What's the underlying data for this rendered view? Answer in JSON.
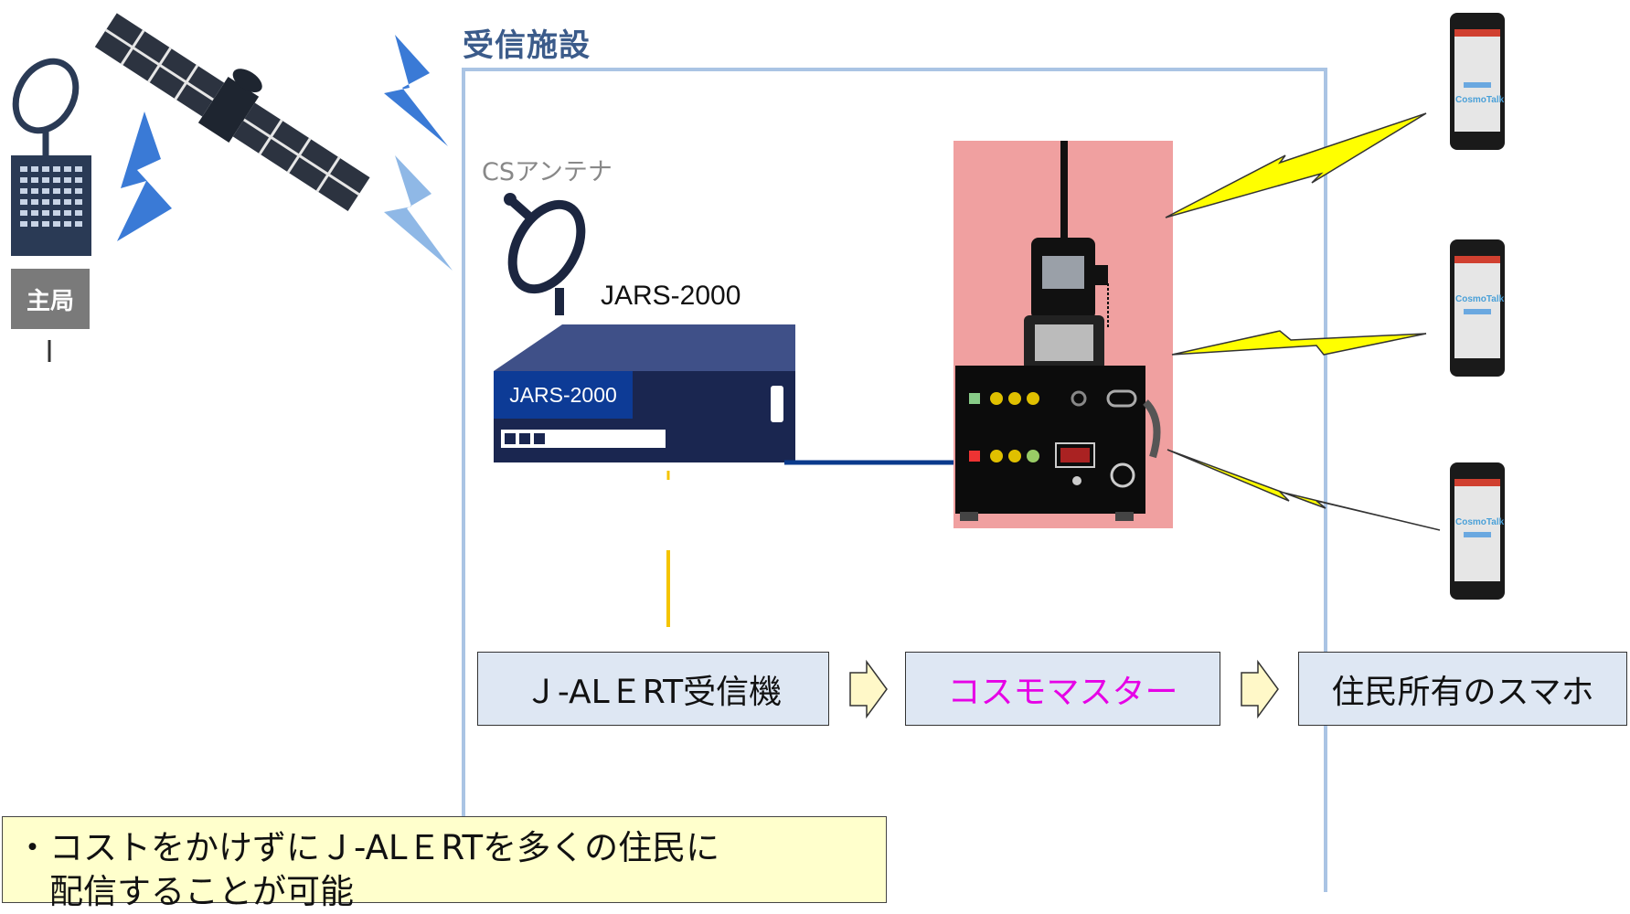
{
  "facility": {
    "title": "受信施設"
  },
  "antenna": {
    "label": "CSアンテナ"
  },
  "station": {
    "label": "主局"
  },
  "receiver": {
    "label_top": "JARS-2000",
    "label_plate": "JARS-2000"
  },
  "phones": {
    "app_name": "CosmoTalk"
  },
  "flow": {
    "step1": "Ｊ-ALＥRT受信機",
    "step2": "コスモマスター",
    "step3": "住民所有のスマホ"
  },
  "note": {
    "line1": "・コストをかけずにＪ-ALＥRTを多くの住民に",
    "line2": "　配信することが可能"
  },
  "colors": {
    "facility_border": "#aac4e4",
    "flow_box_fill": "#dee7f3",
    "highlight_text": "#e600e6",
    "note_fill": "#ffffcc",
    "radio_panel": "#f0a0a0",
    "lightning": "#ffff00",
    "connector_line": "#0a3a8c",
    "yellow_link": "#f5c400"
  },
  "icons": {
    "satellite": "satellite-icon",
    "dish": "satellite-dish-icon",
    "building": "building-icon",
    "signal": "radio-wave-icon",
    "phone": "smartphone-icon",
    "arrow": "arrow-right-outline-icon"
  }
}
